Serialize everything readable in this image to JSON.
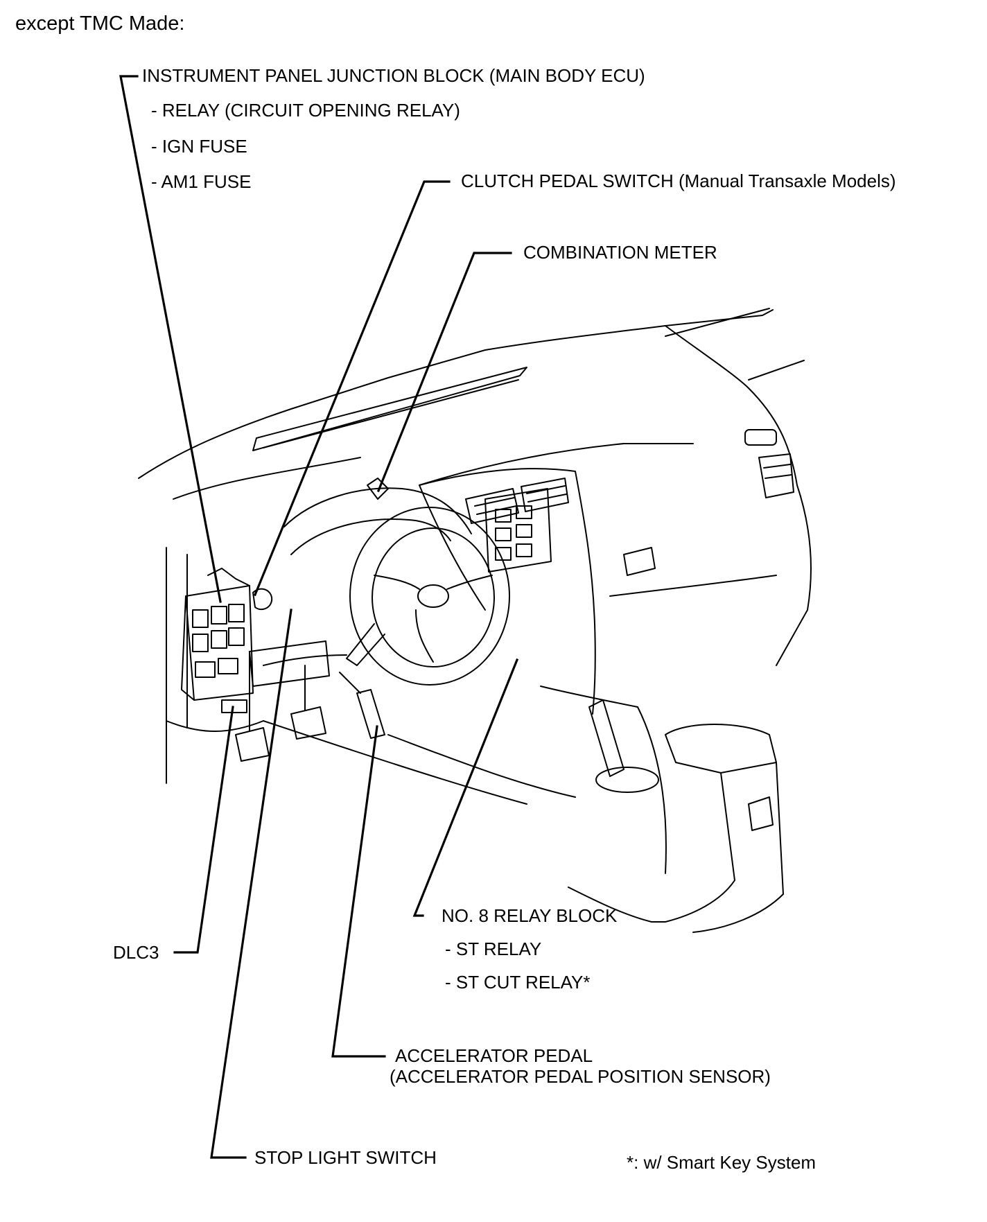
{
  "heading": "except TMC Made:",
  "components": {
    "ipjb": {
      "title": "INSTRUMENT PANEL JUNCTION BLOCK (MAIN BODY ECU)",
      "items": [
        "- RELAY (CIRCUIT OPENING RELAY)",
        "- IGN FUSE",
        "- AM1 FUSE"
      ]
    },
    "clutch": {
      "title": "CLUTCH PEDAL SWITCH (Manual Transaxle Models)"
    },
    "meter": {
      "title": "COMBINATION METER"
    },
    "relay8": {
      "title": "NO. 8 RELAY BLOCK",
      "items": [
        "- ST RELAY",
        "- ST CUT RELAY*"
      ]
    },
    "dlc3": {
      "title": "DLC3"
    },
    "accel": {
      "title": "ACCELERATOR PEDAL",
      "subtitle": "(ACCELERATOR PEDAL POSITION SENSOR)"
    },
    "stop": {
      "title": "STOP LIGHT SWITCH"
    }
  },
  "footnote": "*: w/ Smart Key System"
}
